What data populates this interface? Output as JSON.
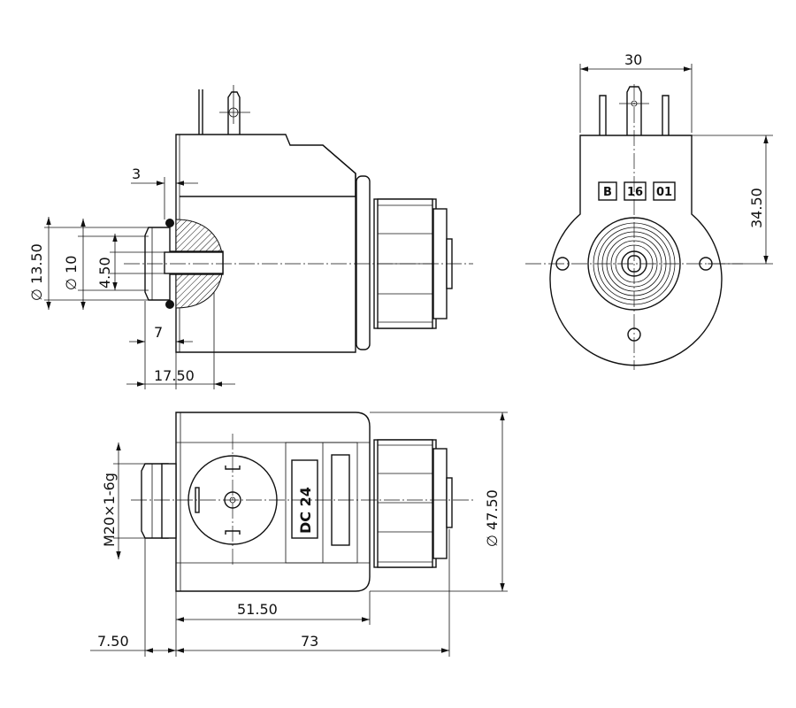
{
  "dimensions": {
    "d3": "3",
    "d13_50": "13.50",
    "d10": "10",
    "d4_50": "4.50",
    "d7": "7",
    "d17_50": "17.50",
    "d30": "30",
    "d34_50": "34.50",
    "thread": "M20×1-6g",
    "d47_50": "47.50",
    "d51_50": "51.50",
    "d7_50": "7.50",
    "d73": "73"
  },
  "labels": {
    "code_b": "B",
    "code_16": "16",
    "code_01": "01",
    "voltage": "DC 24"
  },
  "symbols": {
    "diameter": "∅"
  }
}
